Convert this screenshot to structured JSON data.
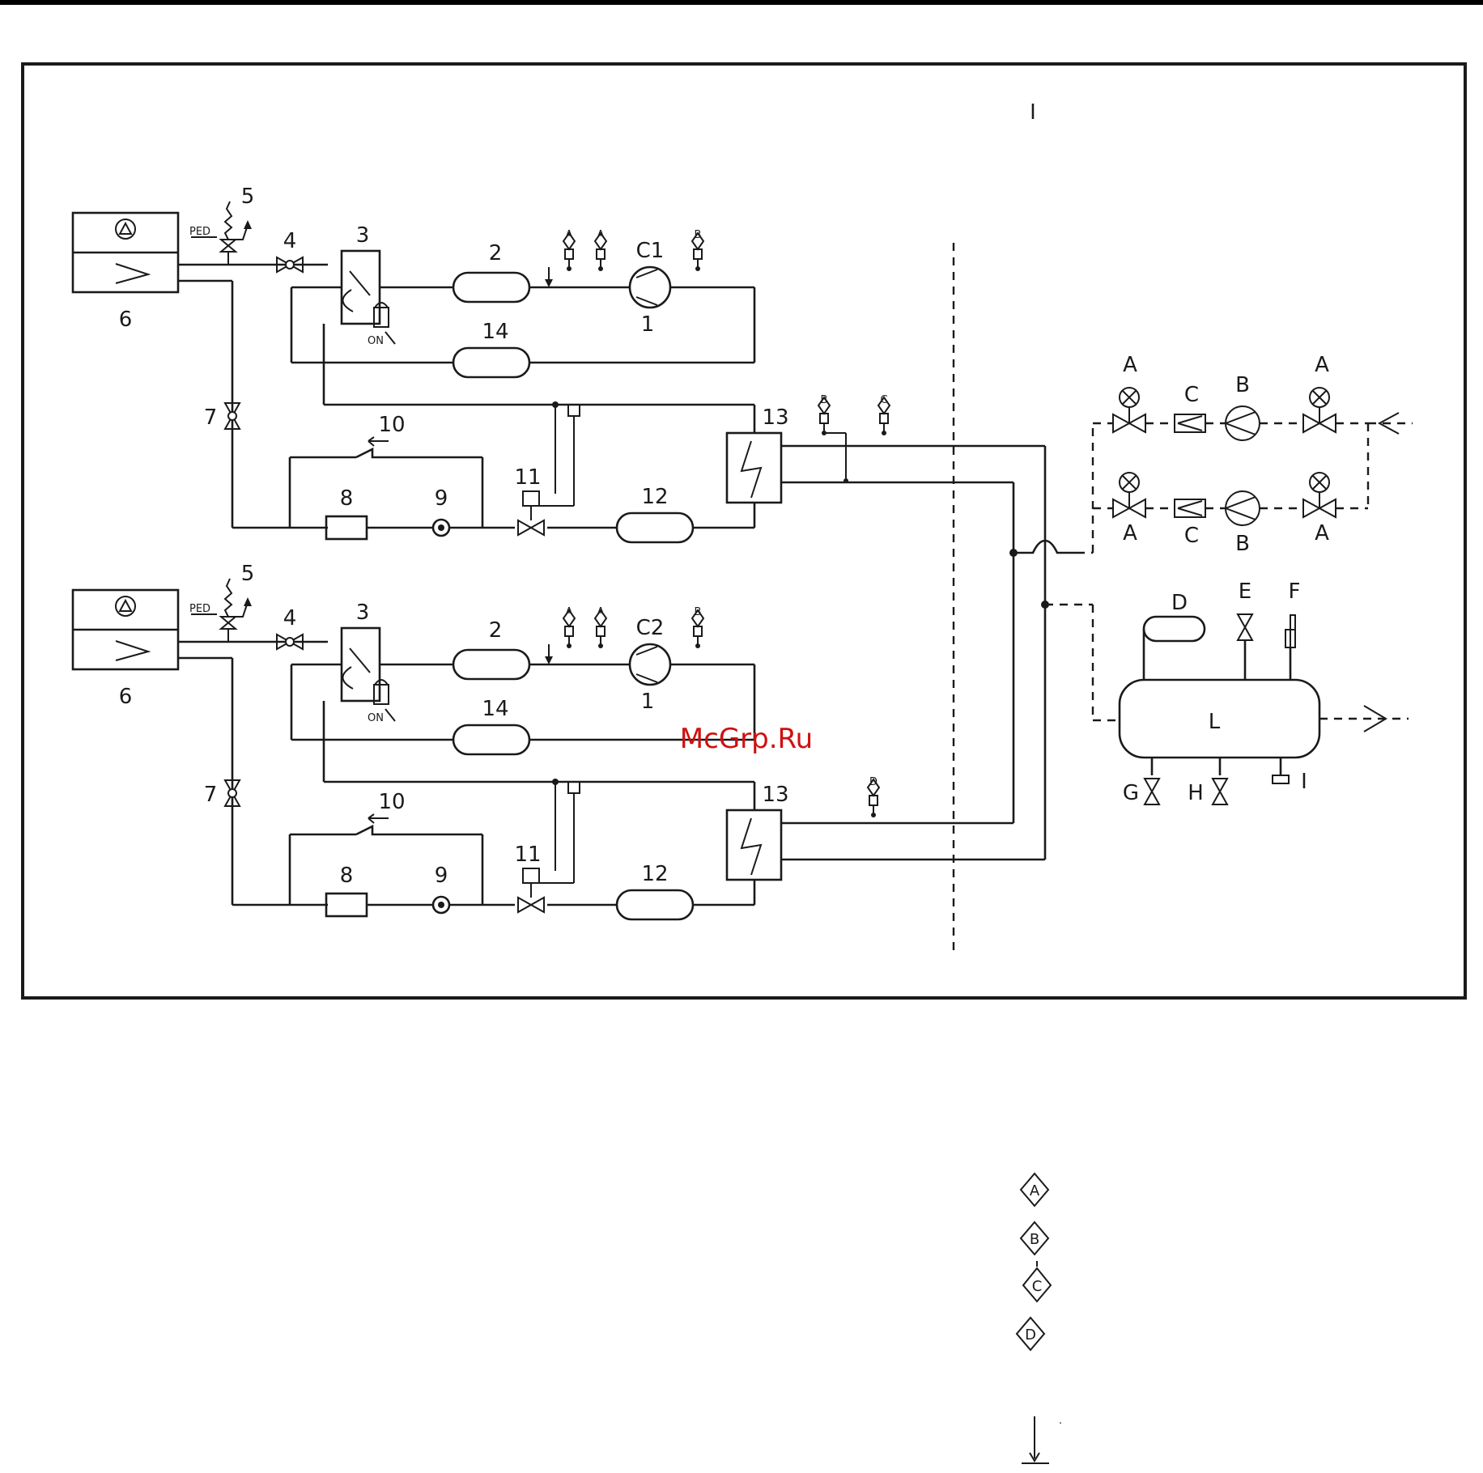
{
  "header_bar": {
    "color": "#000000"
  },
  "top_mark": "I",
  "circuits": [
    {
      "labels": {
        "unit": "6",
        "relief_valve": "5",
        "ped_tag": "PED",
        "ball_valve": "4",
        "four_way_valve": "3",
        "muffler": "2",
        "compressor": "C1",
        "compressor_num": "1",
        "accumulator": "14",
        "pressure_switch_tag": "ON",
        "check_valve": "7",
        "filter_bypass": "10",
        "filter": "8",
        "sight_glass": "9",
        "expansion_valve": "11",
        "receiver": "12",
        "heat_exchanger": "13",
        "sensor_a1": "A",
        "sensor_a2": "A",
        "sensor_b": "B",
        "sensor_hx_1": "B",
        "sensor_hx_2": "C"
      }
    },
    {
      "labels": {
        "unit": "6",
        "relief_valve": "5",
        "ped_tag": "PED",
        "ball_valve": "4",
        "four_way_valve": "3",
        "muffler": "2",
        "compressor": "C2",
        "compressor_num": "1",
        "accumulator": "14",
        "pressure_switch_tag": "ON",
        "check_valve": "7",
        "filter_bypass": "10",
        "filter": "8",
        "sight_glass": "9",
        "expansion_valve": "11",
        "receiver": "12",
        "heat_exchanger": "13",
        "sensor_a1": "A",
        "sensor_a2": "A",
        "sensor_b": "B",
        "sensor_hx_1": "D"
      }
    }
  ],
  "hydraulic": {
    "upper_row": {
      "valve_left": "A",
      "strainer": "C",
      "pump": "B",
      "valve_right": "A"
    },
    "lower_row": {
      "valve_left": "A",
      "strainer": "C",
      "pump": "B",
      "valve_right": "A"
    },
    "expansion_tank": "D",
    "vent_valve": "E",
    "safety_valve": "F",
    "tank": "L",
    "drain_valve_1": "G",
    "drain_valve_2": "H",
    "sensor": "I"
  },
  "legend": {
    "items": [
      "A",
      "B",
      "C",
      "D"
    ],
    "dot": "·"
  },
  "watermark": "McGrp.Ru"
}
